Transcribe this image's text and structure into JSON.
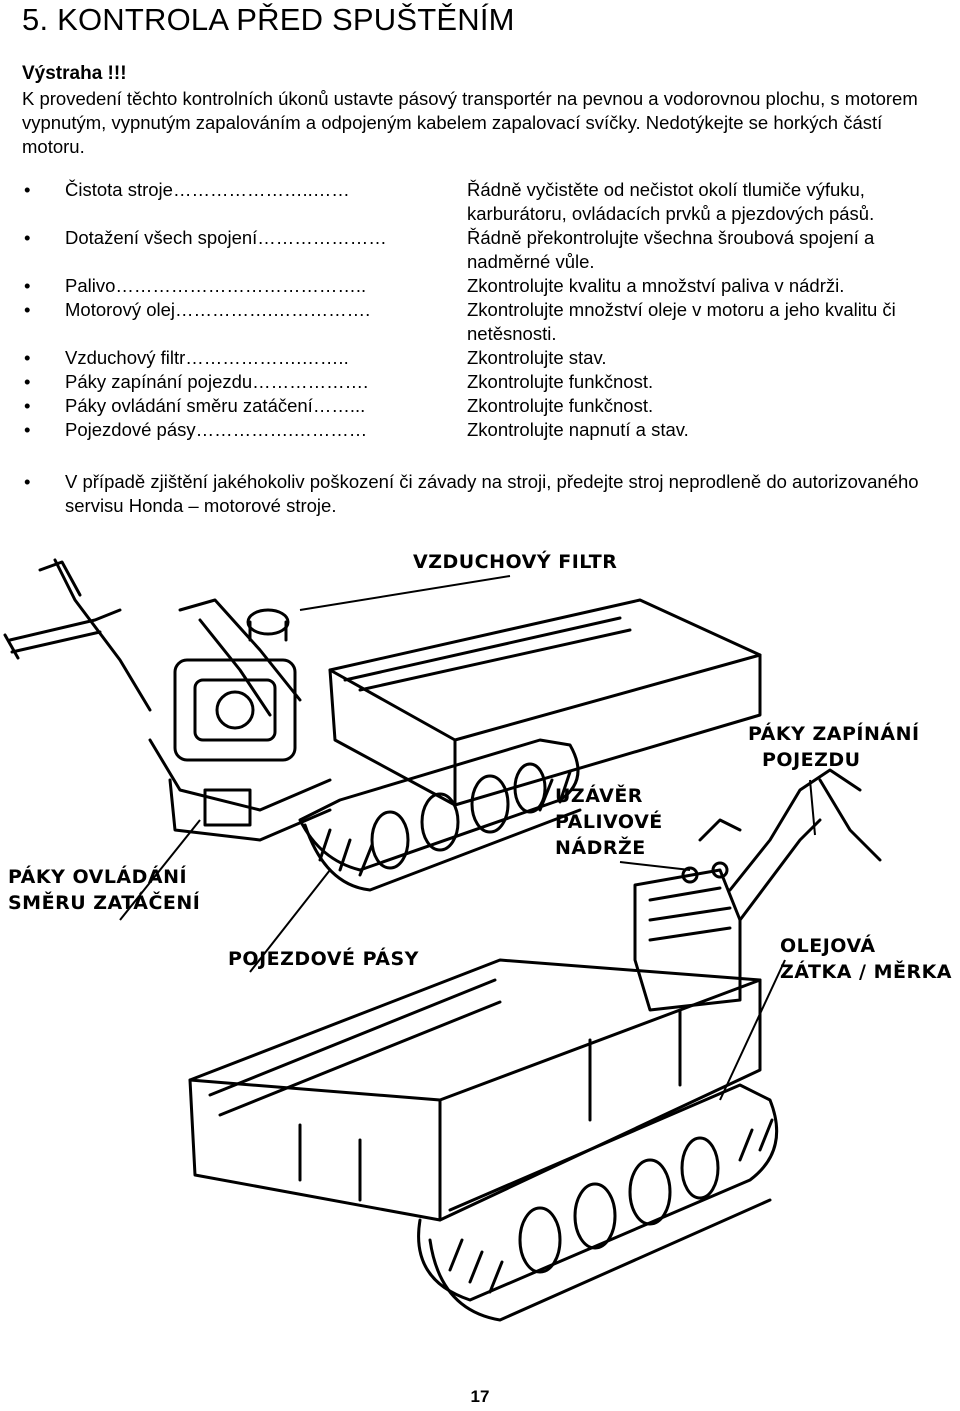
{
  "page": {
    "title": "5. KONTROLA PŘED SPUŠTĚNÍM",
    "warning_heading": "Výstraha !!!",
    "warning_text": "K provedení těchto kontrolních úkonů  ustavte pásový transportér na pevnou a vodorovnou plochu, s motorem vypnutým, vypnutým zapalováním a odpojeným kabelem zapalovací svíčky. Nedotýkejte se horkých částí motoru.",
    "page_number": "17"
  },
  "checklist": [
    {
      "item": "Čistota stroje…………………..……",
      "desc": "Řádně vyčistěte od nečistot okolí tlumiče výfuku, karburátoru, ovládacích prvků a pjezdových pásů."
    },
    {
      "item": "Dotažení všech spojení…………………",
      "desc": "Řádně překontrolujte všechna šroubová spojení a nadměrné vůle."
    },
    {
      "item": "Palivo…………………………………..",
      "desc": "Zkontrolujte kvalitu a množství paliva v nádrži."
    },
    {
      "item": "Motorový olej…………….…………….",
      "desc": "Zkontrolujte množství oleje v motoru a jeho kvalitu či netěsnosti."
    },
    {
      "item": "Vzduchový filtr……………….……..",
      "desc": "Zkontrolujte stav."
    },
    {
      "item": "Páky zapínání pojezdu……………….",
      "desc": "Zkontrolujte funkčnost."
    },
    {
      "item": "Páky ovládání směru zatáčení……...",
      "desc": "Zkontrolujte funkčnost."
    },
    {
      "item": "Pojezdové pásy…………….…………",
      "desc": "Zkontrolujte napnutí a stav."
    }
  ],
  "bullet_glyph": "•",
  "footer_note": "V případě zjištění jakéhokoliv poškození či závady na stroji, předejte stroj neprodleně do autorizovaného servisu Honda – motorové stroje.",
  "figure_labels": {
    "air_filter": "VZDUCHOVÝ FILTR",
    "drive_levers_1": "PÁKY ZAPÍNÁNÍ",
    "drive_levers_2": "POJEZDU",
    "fuel_cap_1": "UZÁVĚR",
    "fuel_cap_2": "PALIVOVÉ",
    "fuel_cap_3": "NÁDRŽE",
    "steer_levers_1": "PÁKY OVLÁDÁNÍ",
    "steer_levers_2": "SMĚRU ZATÁČENÍ",
    "tracks": "POJEZDOVÉ PÁSY",
    "oil_1": "OLEJOVÁ",
    "oil_2": "ZÁTKA / MĚRKA"
  }
}
